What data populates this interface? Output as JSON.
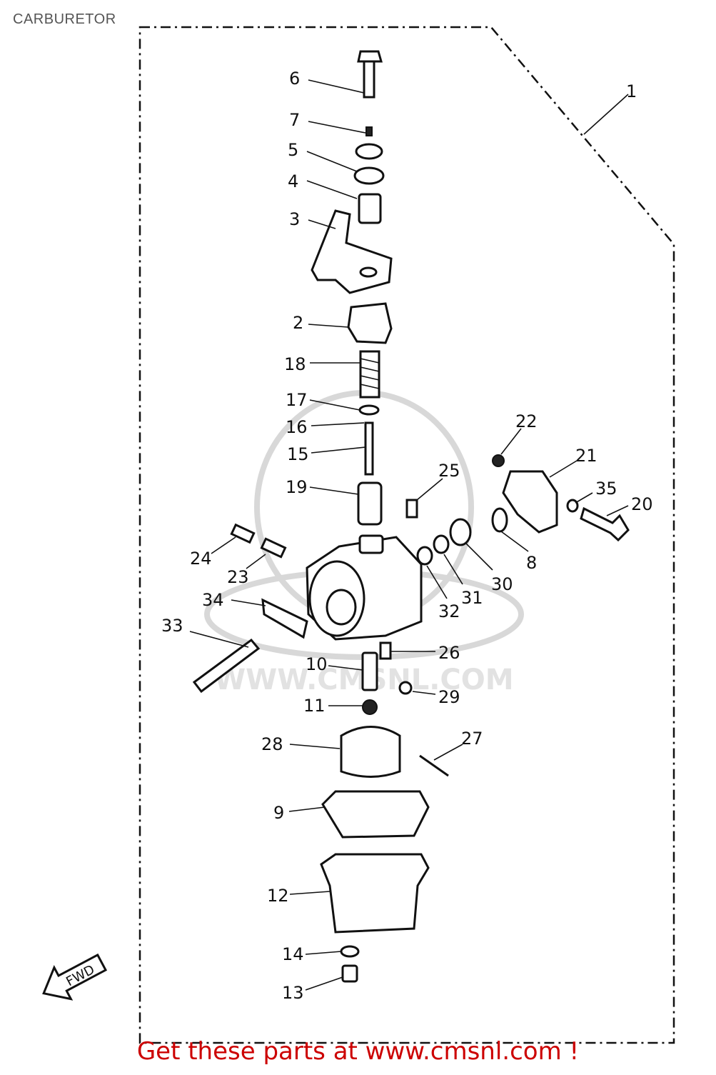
{
  "header": {
    "title": "CARBURETOR"
  },
  "watermark": {
    "text": "WWW.CMSNL.COM"
  },
  "fwd_label": "FWD",
  "callouts": [
    {
      "id": "1",
      "label": "1"
    },
    {
      "id": "2",
      "label": "2"
    },
    {
      "id": "3",
      "label": "3"
    },
    {
      "id": "4",
      "label": "4"
    },
    {
      "id": "5",
      "label": "5"
    },
    {
      "id": "6",
      "label": "6"
    },
    {
      "id": "7",
      "label": "7"
    },
    {
      "id": "8",
      "label": "8"
    },
    {
      "id": "9",
      "label": "9"
    },
    {
      "id": "10",
      "label": "10"
    },
    {
      "id": "11",
      "label": "11"
    },
    {
      "id": "12",
      "label": "12"
    },
    {
      "id": "13",
      "label": "13"
    },
    {
      "id": "14",
      "label": "14"
    },
    {
      "id": "15",
      "label": "15"
    },
    {
      "id": "16",
      "label": "16"
    },
    {
      "id": "17",
      "label": "17"
    },
    {
      "id": "18",
      "label": "18"
    },
    {
      "id": "19",
      "label": "19"
    },
    {
      "id": "20",
      "label": "20"
    },
    {
      "id": "21",
      "label": "21"
    },
    {
      "id": "22",
      "label": "22"
    },
    {
      "id": "23",
      "label": "23"
    },
    {
      "id": "24",
      "label": "24"
    },
    {
      "id": "25",
      "label": "25"
    },
    {
      "id": "26",
      "label": "26"
    },
    {
      "id": "27",
      "label": "27"
    },
    {
      "id": "28",
      "label": "28"
    },
    {
      "id": "29",
      "label": "29"
    },
    {
      "id": "30",
      "label": "30"
    },
    {
      "id": "31",
      "label": "31"
    },
    {
      "id": "32",
      "label": "32"
    },
    {
      "id": "33",
      "label": "33"
    },
    {
      "id": "34",
      "label": "34"
    },
    {
      "id": "35",
      "label": "35"
    }
  ],
  "footer": {
    "cta_text": "Get these parts at www.cmsnl.com !"
  }
}
